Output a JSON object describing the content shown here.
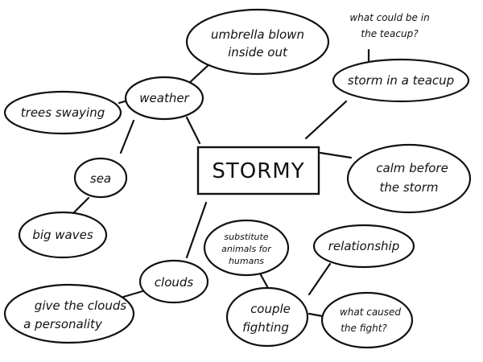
{
  "diagram": {
    "center": {
      "label": "STORMY"
    },
    "nodes": {
      "weather": "weather",
      "umbrella_line1": "umbrella blown",
      "umbrella_line2": "inside out",
      "trees": "trees swaying",
      "sea": "sea",
      "big_waves": "big waves",
      "clouds": "clouds",
      "personality_line1": "give the clouds",
      "personality_line2": "a personality",
      "teacup_question_line1": "what could be in",
      "teacup_question_line2": "the teacup?",
      "storm_teacup": "storm in a teacup",
      "calm_line1": "calm before",
      "calm_line2": "the storm",
      "substitute_line1": "substitute",
      "substitute_line2": "animals for",
      "substitute_line3": "humans",
      "relationship": "relationship",
      "couple_line1": "couple",
      "couple_line2": "fighting",
      "fight_line1": "what caused",
      "fight_line2": "the fight?"
    },
    "colors": {
      "ink": "#111111",
      "paper": "#ffffff"
    }
  }
}
